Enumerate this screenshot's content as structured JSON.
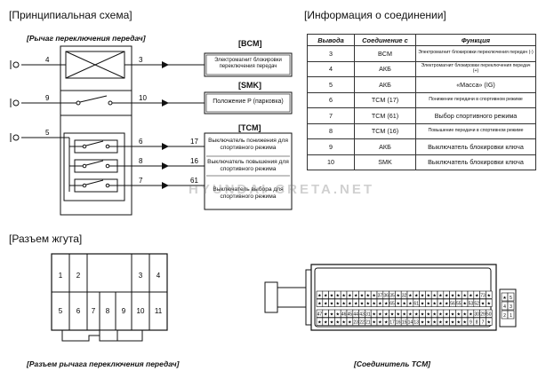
{
  "titles": {
    "schematic": "[Принципиальная схема]",
    "connection_info": "[Информация о соединении]",
    "harness": "[Разъем жгута]"
  },
  "schematic": {
    "lever_caption": "[Рычаг переключения передач]",
    "bcm_label": "[BCM]",
    "smk_label": "[SMK]",
    "tcm_label": "[TCM]",
    "bcm_box": "Электромагнит блокировки переключения передач",
    "smk_box": "Положение P (парковка)",
    "tcm_box1": "Выключатель понижения для спортивного режима",
    "tcm_box2": "Выключатель повышения для спортивного режима",
    "tcm_box3": "Выключатель выбора для спортивного режима",
    "pins_left": [
      "4",
      "9",
      "5"
    ],
    "pins_right": [
      "3",
      "10",
      "6",
      "8",
      "7"
    ],
    "tcm_pins": [
      "17",
      "16",
      "61"
    ],
    "watermark": "HYUNDAI-CRETA.NET"
  },
  "table": {
    "headers": [
      "Вывода",
      "Соединение с",
      "Функция"
    ],
    "rows": [
      [
        "3",
        "BCM",
        "Электромагнит блокировки переключения передач (-)"
      ],
      [
        "4",
        "АКБ",
        "Электромагнит блокировки переключения передач (+)"
      ],
      [
        "5",
        "АКБ",
        "«Масса» (IG)"
      ],
      [
        "6",
        "TCM (17)",
        "Понижение передачи в спортивном режиме"
      ],
      [
        "7",
        "TCM (61)",
        "Выбор спортивного режима"
      ],
      [
        "8",
        "TCM (16)",
        "Повышение передачи в спортивном режиме"
      ],
      [
        "9",
        "АКБ",
        "Выключатель блокировки ключа"
      ],
      [
        "10",
        "SMK",
        "Выключатель блокировки ключа"
      ]
    ]
  },
  "harness": {
    "lever_connector_caption": "[Разъем рычага переключения передач]",
    "tcm_connector_caption": "[Соединитель TCM]",
    "lever_pins_top": [
      "1",
      "2",
      "3",
      "4"
    ],
    "lever_pins_bottom": [
      "5",
      "6",
      "7",
      "8",
      "9",
      "10",
      "11"
    ],
    "tcm_row1": [
      "37",
      "36",
      "35",
      "32",
      "73"
    ],
    "tcm_row2": [
      "65",
      "61",
      "56",
      "55",
      "53",
      "52"
    ],
    "tcm_row3": [
      "47",
      "46",
      "45",
      "44",
      "43",
      "31",
      "30",
      "29",
      "50"
    ],
    "tcm_row4": [
      "23",
      "22",
      "21",
      "17",
      "16",
      "15",
      "14",
      "13",
      "9",
      "8",
      "7"
    ],
    "tcm_side": [
      "5",
      "4",
      "3",
      "2",
      "1"
    ],
    "star": "★"
  }
}
